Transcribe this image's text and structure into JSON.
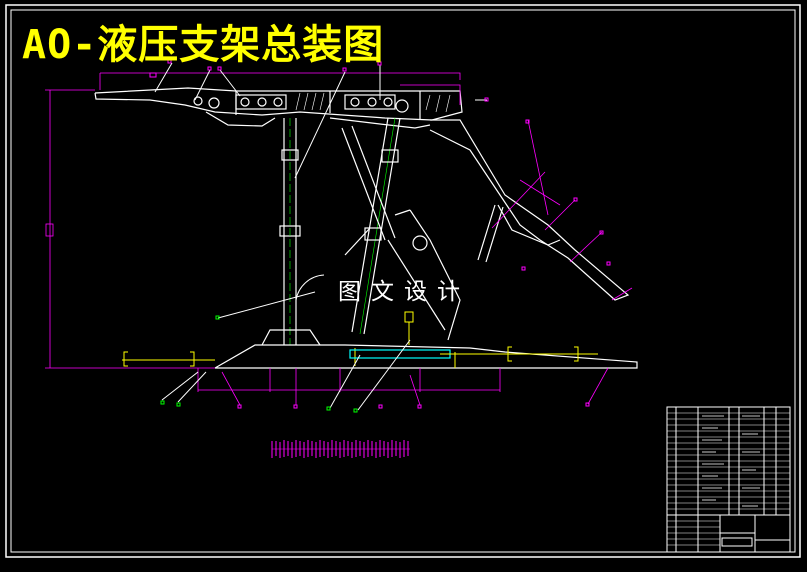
{
  "drawing": {
    "title": "AO-液压支架总装图",
    "watermark": "图文设计"
  },
  "colors": {
    "background": "#000000",
    "frame": "#ffffff",
    "title": "#ffff00",
    "dimension": "#ff00ff",
    "structure": "#ffffff",
    "leader": "#ffffff",
    "part_marker": "#00ff00",
    "centerline": "#00ff00",
    "hydraulic": "#ffff00",
    "cylinder": "#00ffff"
  },
  "title_block": {
    "position": "bottom-right",
    "style": "parts-list-table"
  },
  "icons": {
    "canopy": "canopy-beam-shape",
    "front_leg": "hydraulic-prop-shape",
    "rear_legs": "hydraulic-leg-pair-shape",
    "shield_arm": "shield-linkage-shape",
    "base": "base-skid-shape",
    "push_ram": "advancing-ram-shape",
    "notes": "technical-notes-shape"
  }
}
